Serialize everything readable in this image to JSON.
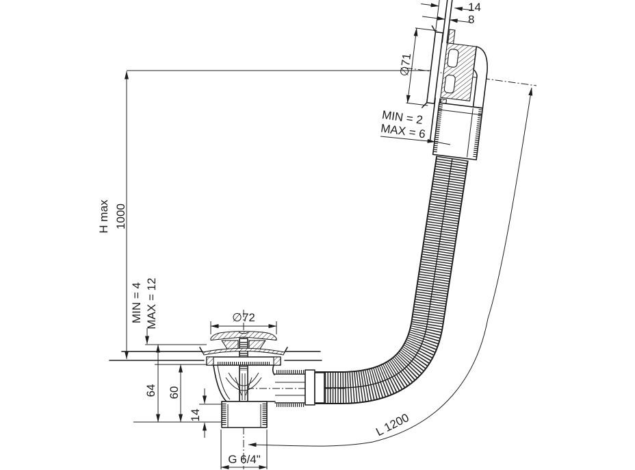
{
  "drawing": {
    "background": "#ffffff",
    "ink": "#1c1c1c"
  },
  "overflow": {
    "dim_depth_outer": "14",
    "dim_depth_inner": "8",
    "dim_flange_diameter": "∅71",
    "dim_wall_min": "MIN = 2",
    "dim_wall_max": "MAX = 6"
  },
  "installation": {
    "dim_height_label": "H max",
    "dim_height_value": "1000",
    "dim_floor_min": "MIN = 4",
    "dim_floor_max": "MAX = 12"
  },
  "waste": {
    "dim_cap_diameter": "∅72",
    "dim_height_total": "64",
    "dim_height_body": "60",
    "dim_thread_length": "14",
    "dim_thread_size": "G 6/4\""
  },
  "hose": {
    "dim_length": "L 1200"
  }
}
